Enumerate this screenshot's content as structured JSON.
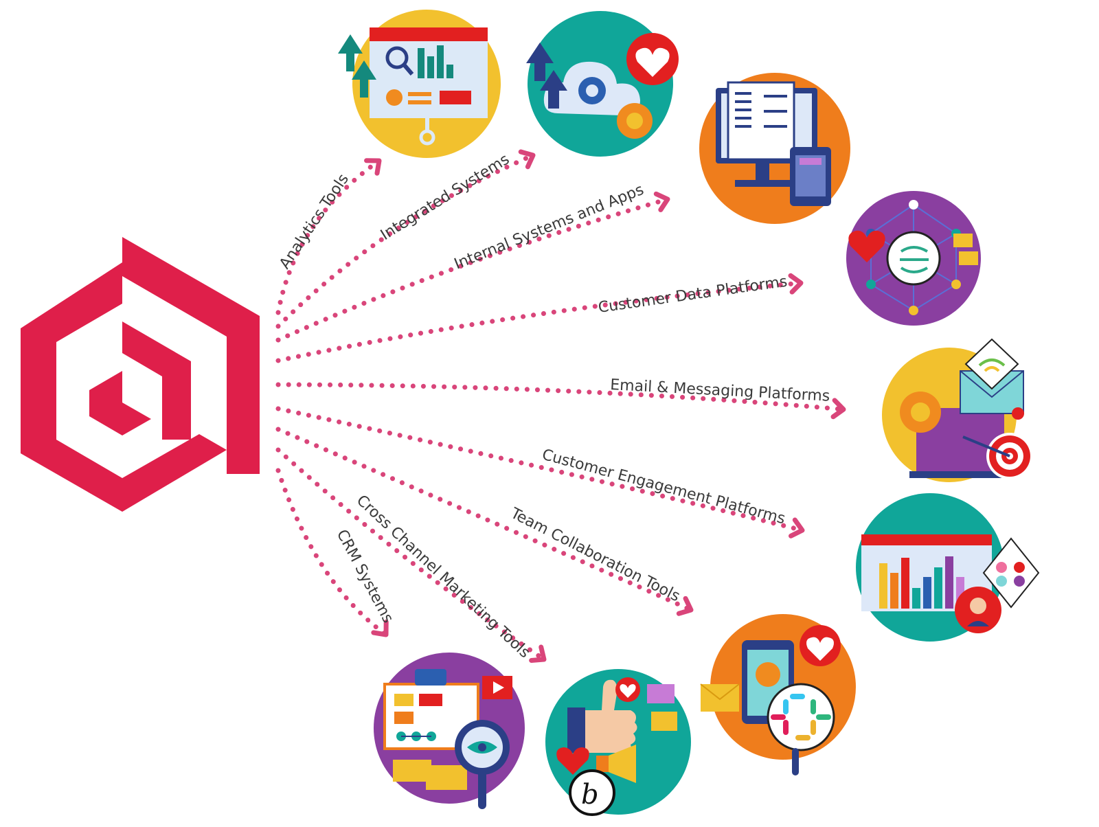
{
  "diagram": {
    "hub": {
      "icon": "brand-hexagon-logo-icon",
      "color": "#df1f4a"
    },
    "arrow_color": "#d9457a",
    "connections": [
      {
        "id": "analytics",
        "label": "Analytics Tools",
        "icon": "analytics-dashboard-icon"
      },
      {
        "id": "integrated",
        "label": "Integrated Systems",
        "icon": "cloud-gear-icon"
      },
      {
        "id": "internal",
        "label": "Internal Systems and Apps",
        "icon": "desktop-apps-icon"
      },
      {
        "id": "cdp",
        "label": "Customer Data Platforms",
        "icon": "data-network-icon"
      },
      {
        "id": "email",
        "label": "Email & Messaging Platforms",
        "icon": "email-target-icon"
      },
      {
        "id": "engagement",
        "label": "Customer Engagement Platforms",
        "icon": "engagement-chart-icon"
      },
      {
        "id": "collab",
        "label": "Team Collaboration Tools",
        "icon": "collaboration-phone-icon"
      },
      {
        "id": "crossch",
        "label": "Cross Channel Marketing Tools",
        "icon": "marketing-thumbs-up-icon"
      },
      {
        "id": "crm",
        "label": "CRM Systems",
        "icon": "crm-magnifier-icon"
      }
    ]
  }
}
